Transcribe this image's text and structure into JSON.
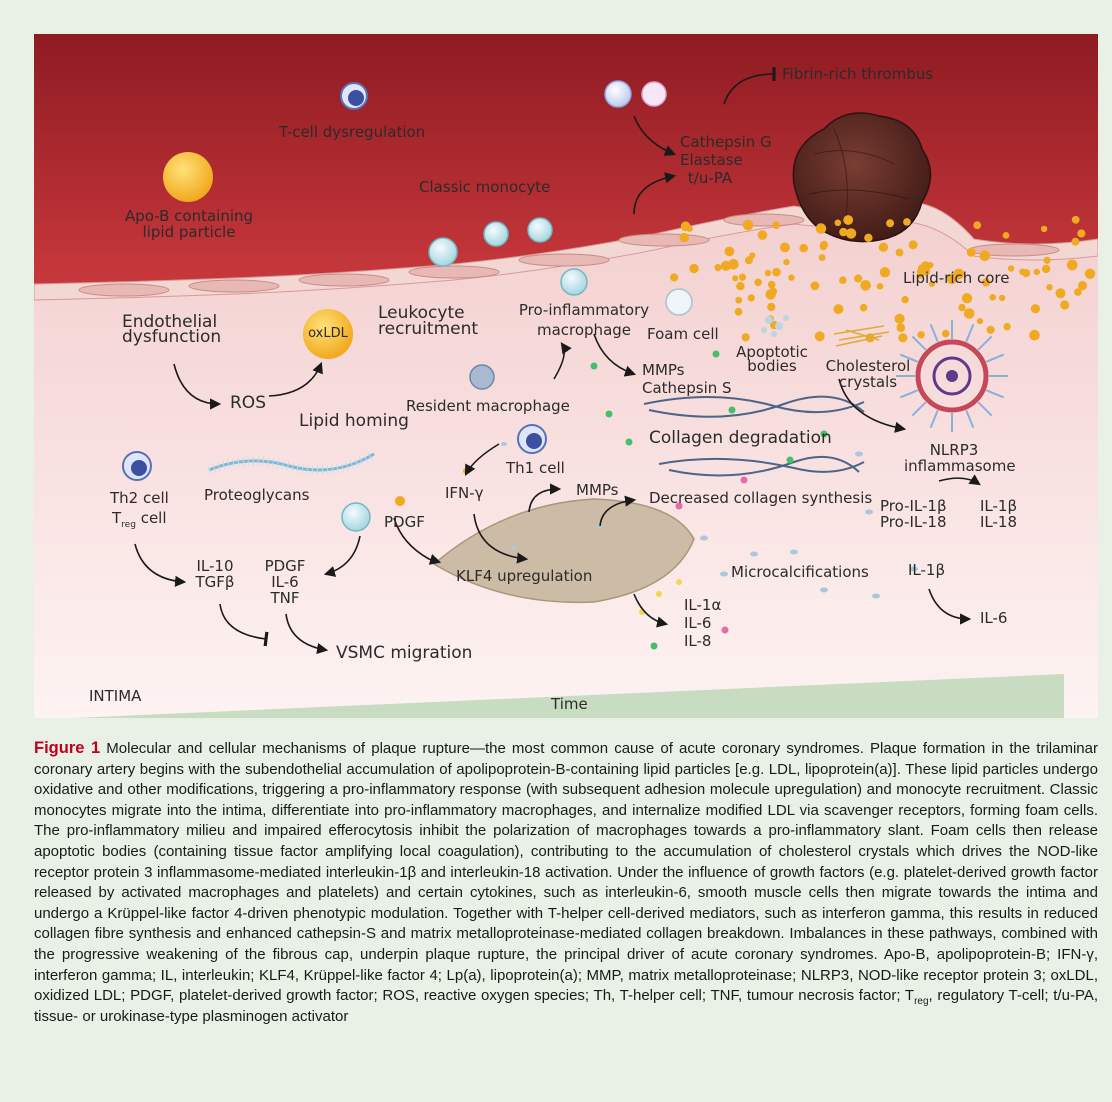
{
  "figure": {
    "labels": {
      "fibrin_thrombus": "Fibrin-rich thrombus",
      "tcell_dysreg": "T-cell dysregulation",
      "cathepsin_g": "Cathepsin G",
      "elastase": "Elastase",
      "tupa": "t/u-PA",
      "classic_monocyte": "Classic monocyte",
      "apob_line1": "Apo-B containing",
      "apob_line2": "lipid particle",
      "lipid_core": "Lipid-rich core",
      "endo_line1": "Endothelial",
      "endo_line2": "dysfunction",
      "oxldl": "oxLDL",
      "leuko_line1": "Leukocyte",
      "leuko_line2": "recruitment",
      "proinf_line1": "Pro-inflammatory",
      "proinf_line2": "macrophage",
      "foam_cell": "Foam cell",
      "apop_line1": "Apoptotic",
      "apop_line2": "bodies",
      "chol_line1": "Cholesterol",
      "chol_line2": "crystals",
      "mmps_top": "MMPs",
      "cathepsin_s": "Cathepsin S",
      "ros": "ROS",
      "resident_macrophage": "Resident macrophage",
      "lipid_homing": "Lipid homing",
      "collagen_degradation": "Collagen degradation",
      "nlrp3_line1": "NLRP3",
      "nlrp3_line2": "inflammasome",
      "th1_cell": "Th1 cell",
      "th2_cell": "Th2 cell",
      "treg_main": "T",
      "treg_sub": "reg",
      "treg_rest": " cell",
      "proteoglycans": "Proteoglycans",
      "ifn_gamma": "IFN-γ",
      "mmps_mid": "MMPs",
      "decreased_collagen": "Decreased collagen synthesis",
      "pro_il1b": "Pro-IL-1β",
      "pro_il18": "Pro-IL-18",
      "il1b_right": "IL-1β",
      "il18_right": "IL-18",
      "pdgf": "PDGF",
      "il10": "IL-10",
      "tgfb": "TGFβ",
      "pdgf2": "PDGF",
      "il6_left": "IL-6",
      "tnf": "TNF",
      "klf4": "KLF4 upregulation",
      "microcalc": "Microcalcifications",
      "il1b_lower": "IL-1β",
      "il1a": "IL-1α",
      "il6_mid": "IL-6",
      "il8": "IL-8",
      "il6_right": "IL-6",
      "vsmc": "VSMC migration",
      "intima": "INTIMA",
      "time": "Time"
    }
  },
  "caption": {
    "figure_number": "Figure 1",
    "text_part1": " Molecular and cellular mechanisms of plaque rupture—the most common cause of acute coronary syndromes. Plaque formation in the trilaminar coronary artery begins with the subendothelial accumulation of apolipoprotein-B-containing lipid particles [e.g. LDL, lipoprotein(a)]. These lipid particles undergo oxidative and other modifications, triggering a pro-inflammatory response (with subsequent adhesion molecule upregulation) and monocyte recruitment. Classic monocytes migrate into the intima, differentiate into pro-inflammatory macrophages, and internalize modified LDL via scavenger receptors, forming foam cells. The pro-inflammatory milieu and impaired efferocytosis inhibit the polarization of macrophages towards a pro-inflammatory slant. Foam cells then release apoptotic bodies (containing tissue factor amplifying local coagulation), contributing to the accumulation of cholesterol crystals which drives the NOD-like receptor protein 3 inflammasome-mediated interleukin-1β and interleukin-18 activation. Under the influence of growth factors (e.g. platelet-derived growth factor released by activated macrophages and platelets) and certain cytokines, such as interleukin-6, smooth muscle cells then migrate towards the intima and undergo a Krüppel-like factor 4-driven phenotypic modulation. Together with T-helper cell-derived mediators, such as interferon gamma, this results in reduced collagen fibre synthesis and enhanced cathepsin-S and matrix metalloproteinase-mediated collagen breakdown. Imbalances in these pathways, combined with the progressive weakening of the fibrous cap, underpin plaque rupture, the principal driver of acute coronary syndromes. Apo-B, apolipoprotein-B; IFN-γ, interferon gamma; IL, interleukin; KLF4, Krüppel-like factor 4; Lp(a), lipoprotein(a); MMP, matrix metalloproteinase; NLRP3, NOD-like receptor protein 3; oxLDL, oxidized LDL; PDGF, platelet-derived growth factor; ROS, reactive oxygen species; Th, T-helper cell; TNF, tumour necrosis factor; T",
    "treg_sub": "reg",
    "text_part2": ", regulatory T-cell; t/u-PA, tissue- or urokinase-type plasminogen activator"
  },
  "colors": {
    "lumen_dark": "#8e1b22",
    "lumen_light": "#c23a3d",
    "intima_top": "#f1c2c2",
    "intima_bottom": "#fdf4f3",
    "lipid_particle": "#f3b02a",
    "thrombus": "#5a2a24",
    "vsmc": "#c8b6a0",
    "caption_accent": "#c0001a",
    "time_wedge": "#c7dcc0"
  }
}
